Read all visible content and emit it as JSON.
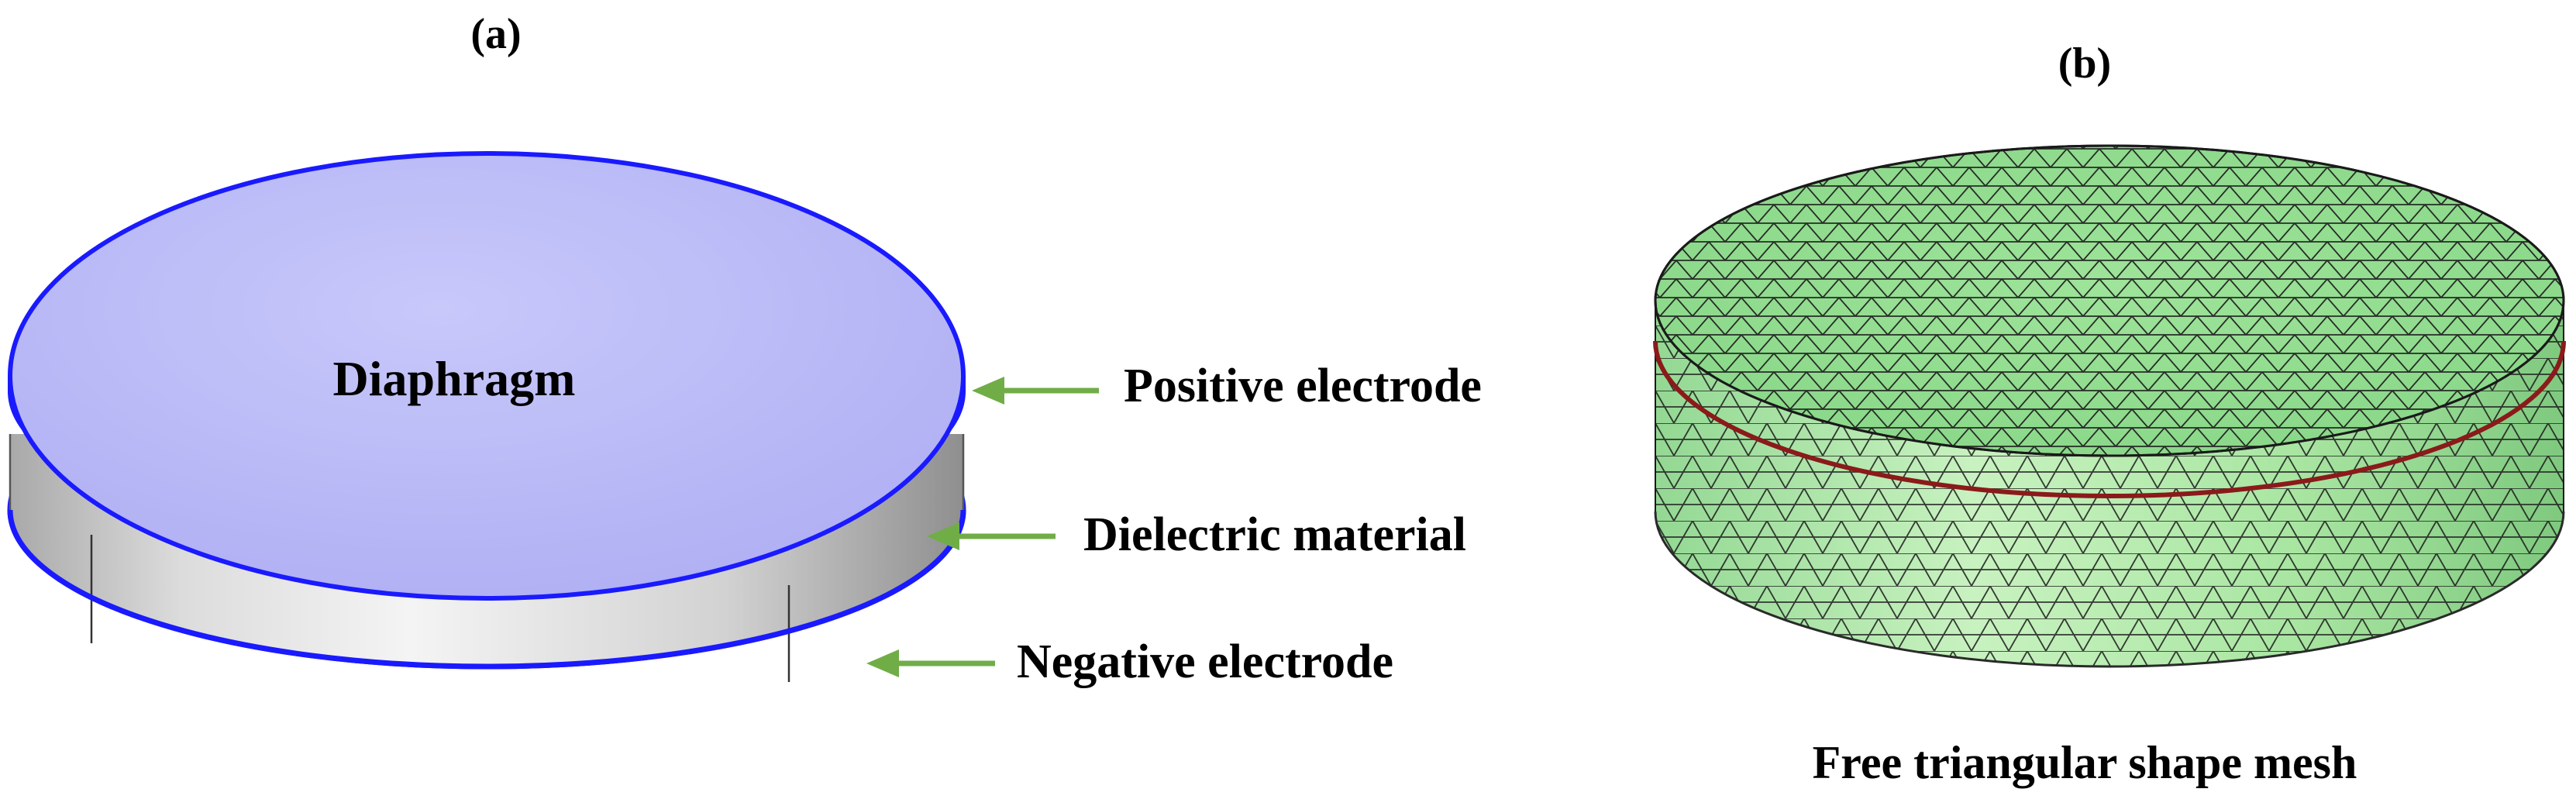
{
  "panels": {
    "a": {
      "label": "(a)",
      "disk_label": "Diaphragm",
      "annotations": {
        "positive": "Positive electrode",
        "dielectric": "Dielectric material",
        "negative": "Negative electrode"
      }
    },
    "b": {
      "label": "(b)",
      "caption": "Free triangular shape mesh"
    }
  },
  "colors": {
    "electrode_blue": "#1a1aff",
    "disk_top_fill": "#b9b9f8",
    "dielectric_light": "#f2f2f2",
    "dielectric_dark": "#9a9a9a",
    "arrow_green": "#70ad47",
    "mesh_green": "#9be59b",
    "mesh_line": "#1a1a1a",
    "mesh_rim": "#8b1a1a"
  },
  "icons": {
    "arrow": "left-arrow-icon"
  }
}
